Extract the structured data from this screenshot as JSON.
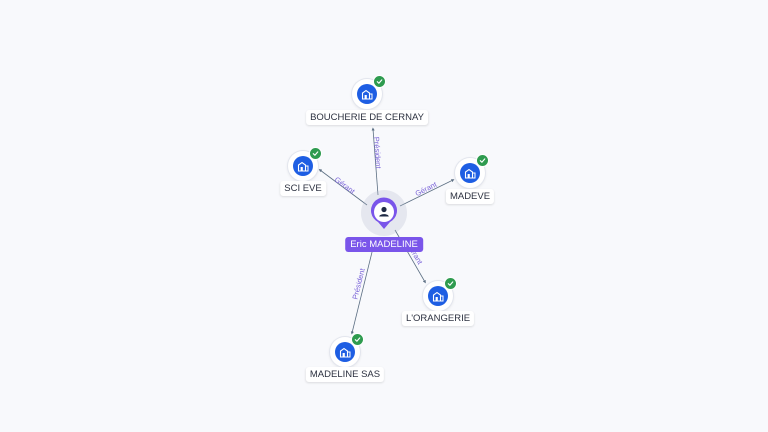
{
  "center": {
    "name": "Eric MADELINE",
    "icon": "person-icon",
    "color": "#7a55ea"
  },
  "companies": [
    {
      "name": "BOUCHERIE DE CERNAY",
      "role": "Président",
      "icon": "company-building-icon",
      "verified": true
    },
    {
      "name": "SCI EVE",
      "role": "Gérant",
      "icon": "company-building-icon",
      "verified": true
    },
    {
      "name": "MADEVE",
      "role": "Gérant",
      "icon": "company-building-icon",
      "verified": true
    },
    {
      "name": "L'ORANGERIE",
      "role": "Gérant",
      "icon": "company-building-icon",
      "verified": true
    },
    {
      "name": "MADELINE SAS",
      "role": "Président",
      "icon": "company-building-icon",
      "verified": true
    }
  ],
  "colors": {
    "company_node": "#1e5ee3",
    "verified_badge": "#2e9b4f",
    "edge": "#5c6f83",
    "edge_label": "#7a63d8"
  }
}
